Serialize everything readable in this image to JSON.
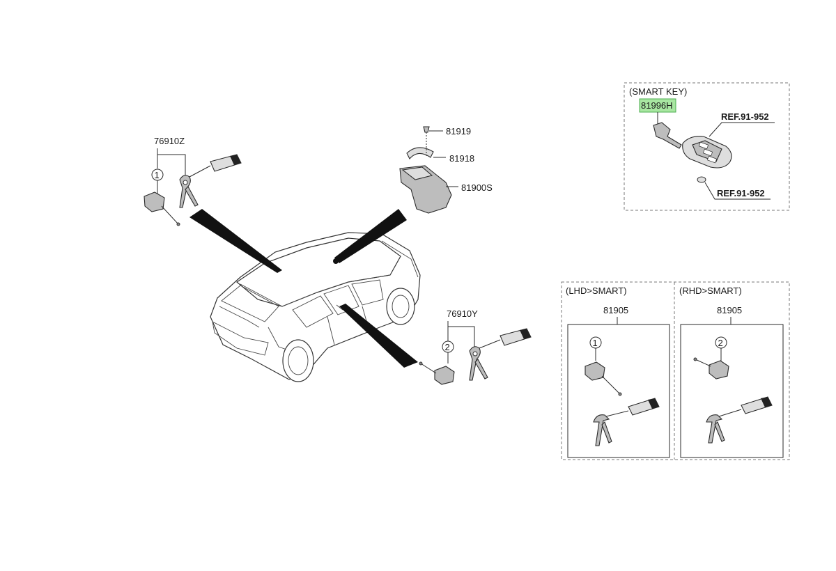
{
  "labels": {
    "p76910Z": "76910Z",
    "p76910Y": "76910Y",
    "p81919": "81919",
    "p81918": "81918",
    "p81900S": "81900S",
    "p81996H": "81996H",
    "ref1": "REF.91-952",
    "ref2": "REF.91-952",
    "p81905a": "81905",
    "p81905b": "81905"
  },
  "callouts": {
    "c1": "1",
    "c2": "2",
    "c1b": "1",
    "c2b": "2"
  },
  "sections": {
    "smart_key": "(SMART KEY)",
    "lhd": "(LHD>SMART)",
    "rhd": "(RHD>SMART)"
  },
  "colors": {
    "highlight": "#a8e6a1",
    "highlight_border": "#4caf50"
  }
}
